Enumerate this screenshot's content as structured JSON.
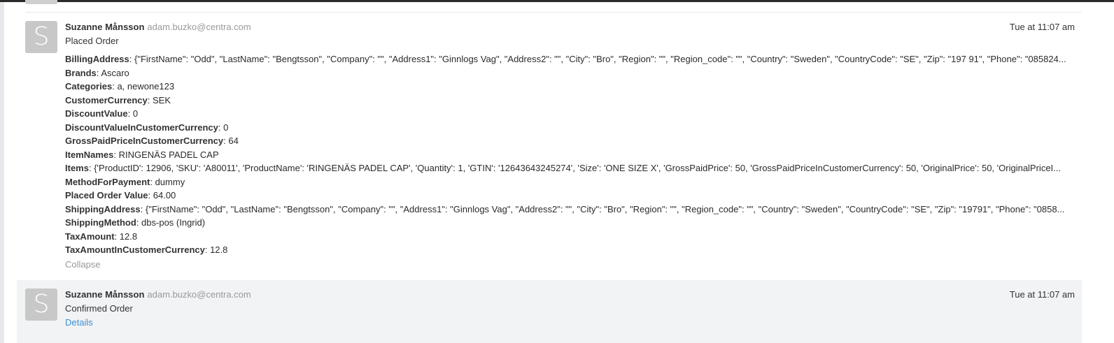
{
  "events": [
    {
      "avatar_letter": "S",
      "user_name": "Suzanne Månsson",
      "email": "adam.buzko@centra.com",
      "time": "Tue at 11:07 am",
      "action": "Placed Order",
      "properties": [
        {
          "key": "BillingAddress",
          "value": "{\"FirstName\": \"Odd\", \"LastName\": \"Bengtsson\", \"Company\": \"\", \"Address1\": \"Ginnlogs Vag\", \"Address2\": \"\", \"City\": \"Bro\", \"Region\": \"\", \"Region_code\": \"\", \"Country\": \"Sweden\", \"CountryCode\": \"SE\", \"Zip\": \"197 91\", \"Phone\": \"085824..."
        },
        {
          "key": "Brands",
          "value": "Ascaro"
        },
        {
          "key": "Categories",
          "value": "a, newone123"
        },
        {
          "key": "CustomerCurrency",
          "value": "SEK"
        },
        {
          "key": "DiscountValue",
          "value": "0"
        },
        {
          "key": "DiscountValueInCustomerCurrency",
          "value": "0"
        },
        {
          "key": "GrossPaidPriceInCustomerCurrency",
          "value": "64"
        },
        {
          "key": "ItemNames",
          "value": "RINGENÄS PADEL CAP"
        },
        {
          "key": "Items",
          "value": "{'ProductID': 12906, 'SKU': 'A80011', 'ProductName': 'RINGENÄS PADEL CAP', 'Quantity': 1, 'GTIN': '12643643245274', 'Size': 'ONE SIZE X', 'GrossPaidPrice': 50, 'GrossPaidPriceInCustomerCurrency': 50, 'OriginalPrice': 50, 'OriginalPriceI..."
        },
        {
          "key": "MethodForPayment",
          "value": "dummy"
        },
        {
          "key": "Placed Order Value",
          "value": "64.00"
        },
        {
          "key": "ShippingAddress",
          "value": "{\"FirstName\": \"Odd\", \"LastName\": \"Bengtsson\", \"Company\": \"\", \"Address1\": \"Ginnlogs Vag\", \"Address2\": \"\", \"City\": \"Bro\", \"Region\": \"\", \"Region_code\": \"\", \"Country\": \"Sweden\", \"CountryCode\": \"SE\", \"Zip\": \"19791\", \"Phone\": \"0858..."
        },
        {
          "key": "ShippingMethod",
          "value": "dbs-pos (Ingrid)"
        },
        {
          "key": "TaxAmount",
          "value": "12.8"
        },
        {
          "key": "TaxAmountInCustomerCurrency",
          "value": "12.8"
        }
      ],
      "toggle_label": "Collapse"
    },
    {
      "avatar_letter": "S",
      "user_name": "Suzanne Månsson",
      "email": "adam.buzko@centra.com",
      "time": "Tue at 11:07 am",
      "action": "Confirmed Order",
      "toggle_label": "Details"
    }
  ],
  "colors": {
    "link": "#3a8fd6",
    "muted": "#999999",
    "avatar_bg": "#c8c8c8",
    "highlight_bg": "#f2f3f5"
  }
}
